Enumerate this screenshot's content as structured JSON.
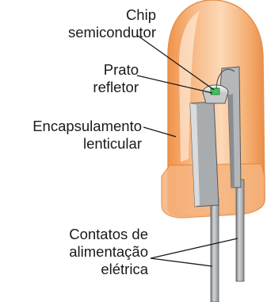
{
  "labels": {
    "chip": [
      "Chip",
      "semicondutor"
    ],
    "reflector": [
      "Prato",
      "refletor"
    ],
    "lens": [
      "Encapsulamento",
      "lenticular"
    ],
    "contacts": [
      "Contatos de",
      "alimentação",
      "elétrica"
    ]
  },
  "colors": {
    "lens_body": "#f5a35a",
    "lens_edge": "#e9873c",
    "lens_highlight": "#fde3c8",
    "lead_metal": "#b9bcbf",
    "lead_shadow": "#6f7275",
    "chip_green": "#3fc25a",
    "leader_line": "#1a1a1a"
  }
}
